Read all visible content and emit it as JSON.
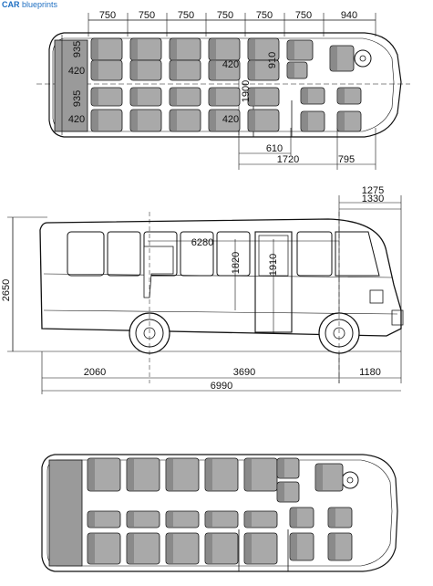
{
  "brand": {
    "part1": "CAR",
    "part2": "blueprints"
  },
  "top_view": {
    "seat_pitch_labels": [
      "750",
      "750",
      "750",
      "750",
      "750",
      "750",
      "940"
    ],
    "vertical_labels": [
      "935",
      "420",
      "935",
      "420"
    ],
    "inner_labels": [
      "420",
      "910",
      "420",
      "1900"
    ],
    "bottom_dims": [
      "610",
      "1720",
      "795"
    ]
  },
  "side_view": {
    "overhang_labels": [
      "1275",
      "1330"
    ],
    "height_label": "2650",
    "interior_length_label": "6280",
    "interior_height_label": "1820",
    "door_height_label": "1910",
    "bottom_dims": [
      "2060",
      "3690",
      "1180"
    ],
    "total_length_label": "6990"
  },
  "colors": {
    "line": "#111111",
    "seat": "#a9a9a9",
    "seat_dark": "#8a8a8a",
    "brand": "#1f6fc2"
  }
}
